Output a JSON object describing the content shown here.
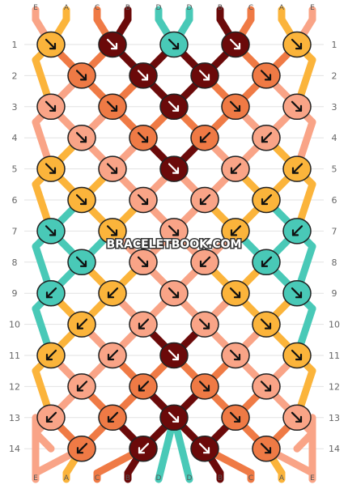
{
  "colors": {
    "A": "#fbb43b",
    "B": "#6b0a0a",
    "C": "#ef7a45",
    "D": "#49c9b7",
    "E": "#f9a487"
  },
  "top_labels": [
    "E",
    "A",
    "C",
    "B",
    "D",
    "D",
    "B",
    "C",
    "A",
    "E"
  ],
  "bottom_labels": [
    "E",
    "A",
    "C",
    "B",
    "D",
    "D",
    "B",
    "C",
    "A",
    "E"
  ],
  "rows": [
    "1",
    "2",
    "3",
    "4",
    "5",
    "6",
    "7",
    "8",
    "9",
    "10",
    "11",
    "12",
    "13",
    "14"
  ],
  "watermark": "BRACELETBOOK.COM",
  "knots": [
    [
      "A:se",
      "B:se",
      "D:se",
      "B:se",
      "A:se"
    ],
    [
      "C:se",
      "B:se",
      "B:se",
      "C:se"
    ],
    [
      "E:se",
      "C:se",
      "B:se",
      "C:se",
      "E:se"
    ],
    [
      "E:se",
      "C:se",
      "C:sw",
      "E:sw"
    ],
    [
      "A:se",
      "E:se",
      "B:se",
      "E:sw",
      "A:sw"
    ],
    [
      "A:se",
      "E:se",
      "E:sw",
      "A:sw"
    ],
    [
      "D:se",
      "A:se",
      "E:se",
      "A:sw",
      "D:sw"
    ],
    [
      "D:se",
      "E:se",
      "E:sw",
      "D:sw"
    ],
    [
      "D:sw",
      "A:sw",
      "E:se",
      "A:se",
      "D:se"
    ],
    [
      "A:sw",
      "E:sw",
      "E:se",
      "A:se"
    ],
    [
      "A:sw",
      "E:sw",
      "B:se",
      "E:se",
      "A:se"
    ],
    [
      "E:sw",
      "C:sw",
      "C:se",
      "E:se"
    ],
    [
      "E:sw",
      "C:sw",
      "B:se",
      "C:se",
      "E:se"
    ],
    [
      "C:sw",
      "B:sw",
      "B:se",
      "C:se"
    ]
  ]
}
